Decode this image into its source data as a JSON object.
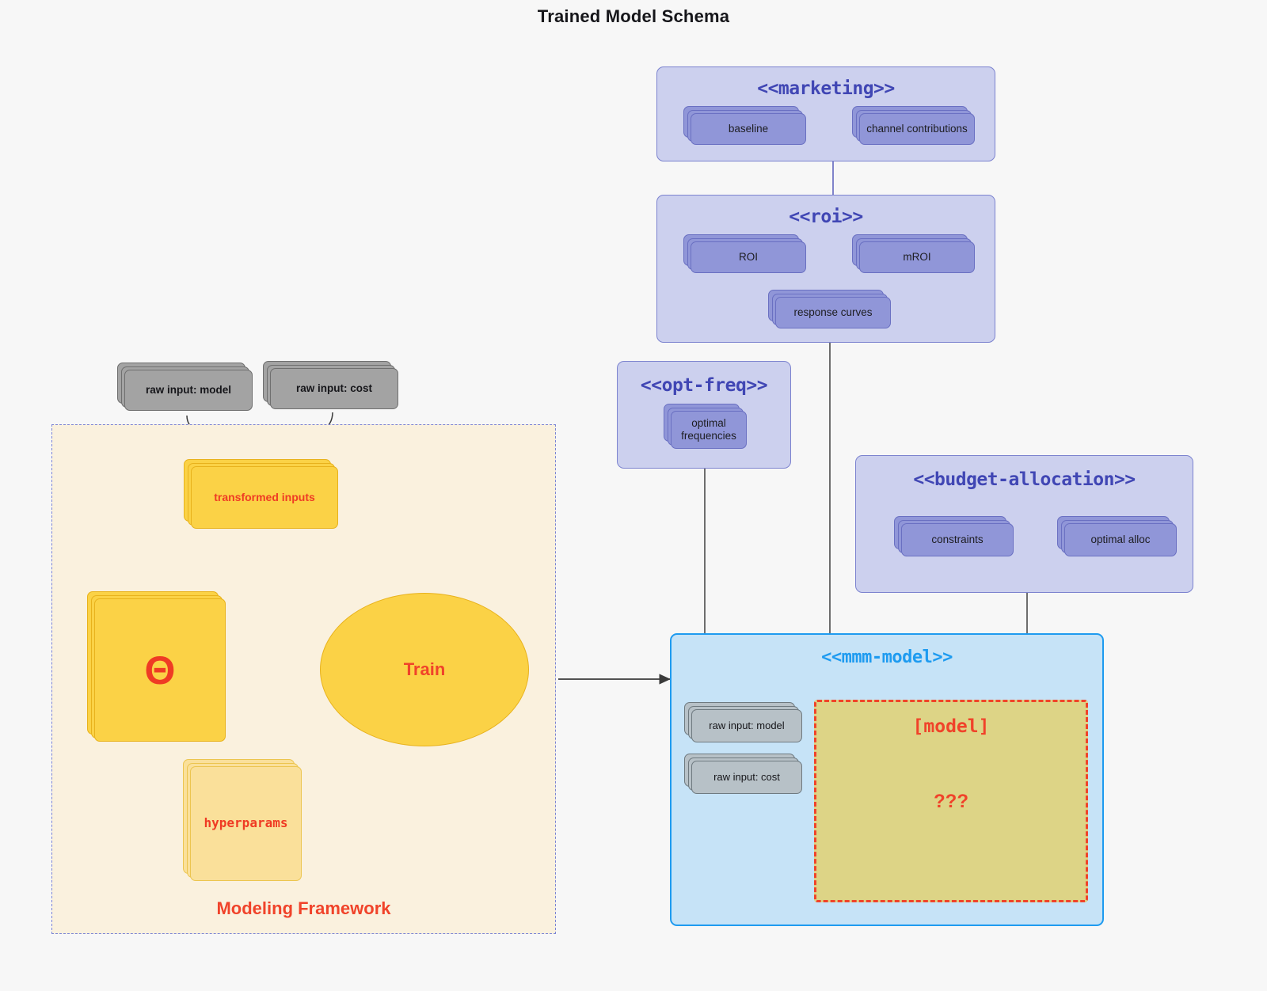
{
  "title": "Trained Model Schema",
  "colors": {
    "background": "#f7f7f7",
    "package_purple_fill": "#ccd0ee",
    "package_purple_border": "#7c83cf",
    "package_purple_text": "#4046b4",
    "node_purple_fill": "#9096d8",
    "node_purple_border": "#6a70c2",
    "package_blue_fill": "#c6e3f7",
    "package_blue_border": "#1e9bf0",
    "framework_fill": "#faf1de",
    "framework_border": "#7b84d6",
    "node_yellow_fill": "#fbd246",
    "node_yellow_border": "#e8b21c",
    "node_yellow_soft_fill": "#fae09a",
    "accent_red": "#f0432a",
    "node_gray_fill": "#a3a3a3",
    "node_gray_light_fill": "#b7c1c7",
    "model_box_fill": "#ddd486",
    "model_box_border": "#f0432a"
  },
  "packages": {
    "marketing": {
      "title": "<<marketing>>",
      "nodes": [
        {
          "label": "baseline"
        },
        {
          "label": "channel contributions"
        }
      ],
      "relation": "bidirectional"
    },
    "roi": {
      "title": "<<roi>>",
      "nodes": [
        {
          "label": "ROI"
        },
        {
          "label": "mROI"
        },
        {
          "label": "response curves"
        }
      ],
      "relation": "bidirectional"
    },
    "opt_freq": {
      "title": "<<opt-freq>>",
      "nodes": [
        {
          "label": "optimal frequencies"
        }
      ]
    },
    "budget_allocation": {
      "title": "<<budget-allocation>>",
      "nodes": [
        {
          "label": "constraints"
        },
        {
          "label": "optimal alloc"
        }
      ],
      "relation": "bidirectional"
    },
    "mmm_model": {
      "title": "<<mmm-model>>",
      "nodes": [
        {
          "label": "raw input: model"
        },
        {
          "label": "raw input: cost"
        }
      ],
      "model_box": {
        "title": "[model]",
        "question": "???"
      }
    }
  },
  "framework": {
    "label": "Modeling Framework",
    "raw_inputs": [
      {
        "label": "raw input: model"
      },
      {
        "label": "raw input: cost"
      }
    ],
    "transformed": {
      "label": "transformed inputs"
    },
    "theta": {
      "label": "Θ"
    },
    "hyperparams": {
      "label": "hyperparams"
    },
    "train": {
      "label": "Train"
    }
  }
}
